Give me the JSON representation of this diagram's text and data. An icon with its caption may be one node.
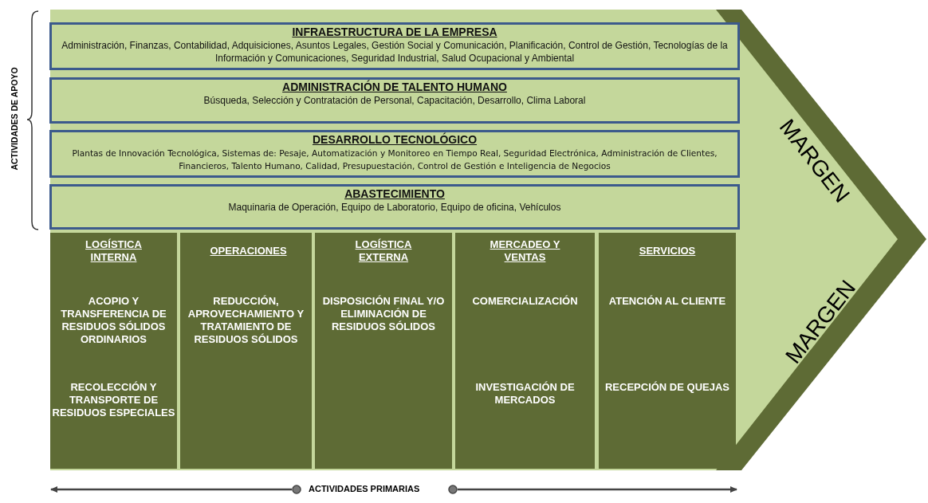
{
  "diagram": {
    "nodes": [
      {
        "text": [
          "INFRAESTRUCTURA DE LA EMPRESA",
          "Administración, Finanzas, Contabilidad, Adquisiciones, Asuntos Legales, Gestión Social y Comunicación, Planificación, Control de Gestión, Tecnologías de la Información y Comunicaciones, Seguridad Industrial, Salud Ocupacional y Ambiental"
        ]
      },
      {
        "text": [
          "ADMINISTRACIÓN DE TALENTO HUMANO",
          "Búsqueda, Selección y Contratación de Personal, Capacitación, Desarrollo, Clima Laboral"
        ]
      },
      {
        "text": [
          "DESARROLLO TECNOLÓGICO",
          "Plantas de Innovación Tecnológica, Sistemas de: Pesaje, Automatización y Monitoreo en Tiempo Real, Seguridad Electrónica, Administración de Clientes, Financieros, Talento Humano, Calidad, Presupuestación, Control de Gestión e Inteligencia de Negocios"
        ]
      },
      {
        "text": [
          "ABASTECIMIENTO",
          "Maquinaria de Operación, Equipo de Laboratorio, Equipo de oficina, Vehículos"
        ]
      },
      {
        "text": [
          "LOGÍSTICA INTERNA",
          "ACOPIO Y TRANSFERENCIA DE RESIDUOS SÓLIDOS ORDINARIOS",
          "RECOLECCIÓN Y TRANSPORTE DE RESIDUOS ESPECIALES"
        ]
      },
      {
        "text": [
          "OPERACIONES",
          "REDUCCIÓN, APROVECHAMIENTO Y TRATAMIENTO DE RESIDUOS SÓLIDOS"
        ]
      },
      {
        "text": [
          "LOGÍSTICA EXTERNA",
          "DISPOSICIÓN FINAL Y/O ELIMINACIÓN DE RESIDUOS SÓLIDOS"
        ]
      },
      {
        "text": [
          "MERCADEO Y VENTAS",
          "COMERCIALIZACIÓN",
          "INVESTIGACIÓN DE MERCADOS"
        ]
      },
      {
        "text": [
          "SERVICIOS",
          "ATENCIÓN AL CLIENTE",
          "RECEPCIÓN DE QUEJAS"
        ]
      }
    ],
    "labels": [
      "ACTIVIDADES DE APOYO",
      "MARGEN",
      "MARGEN",
      "ACTIVIDADES PRIMARIAS"
    ]
  }
}
